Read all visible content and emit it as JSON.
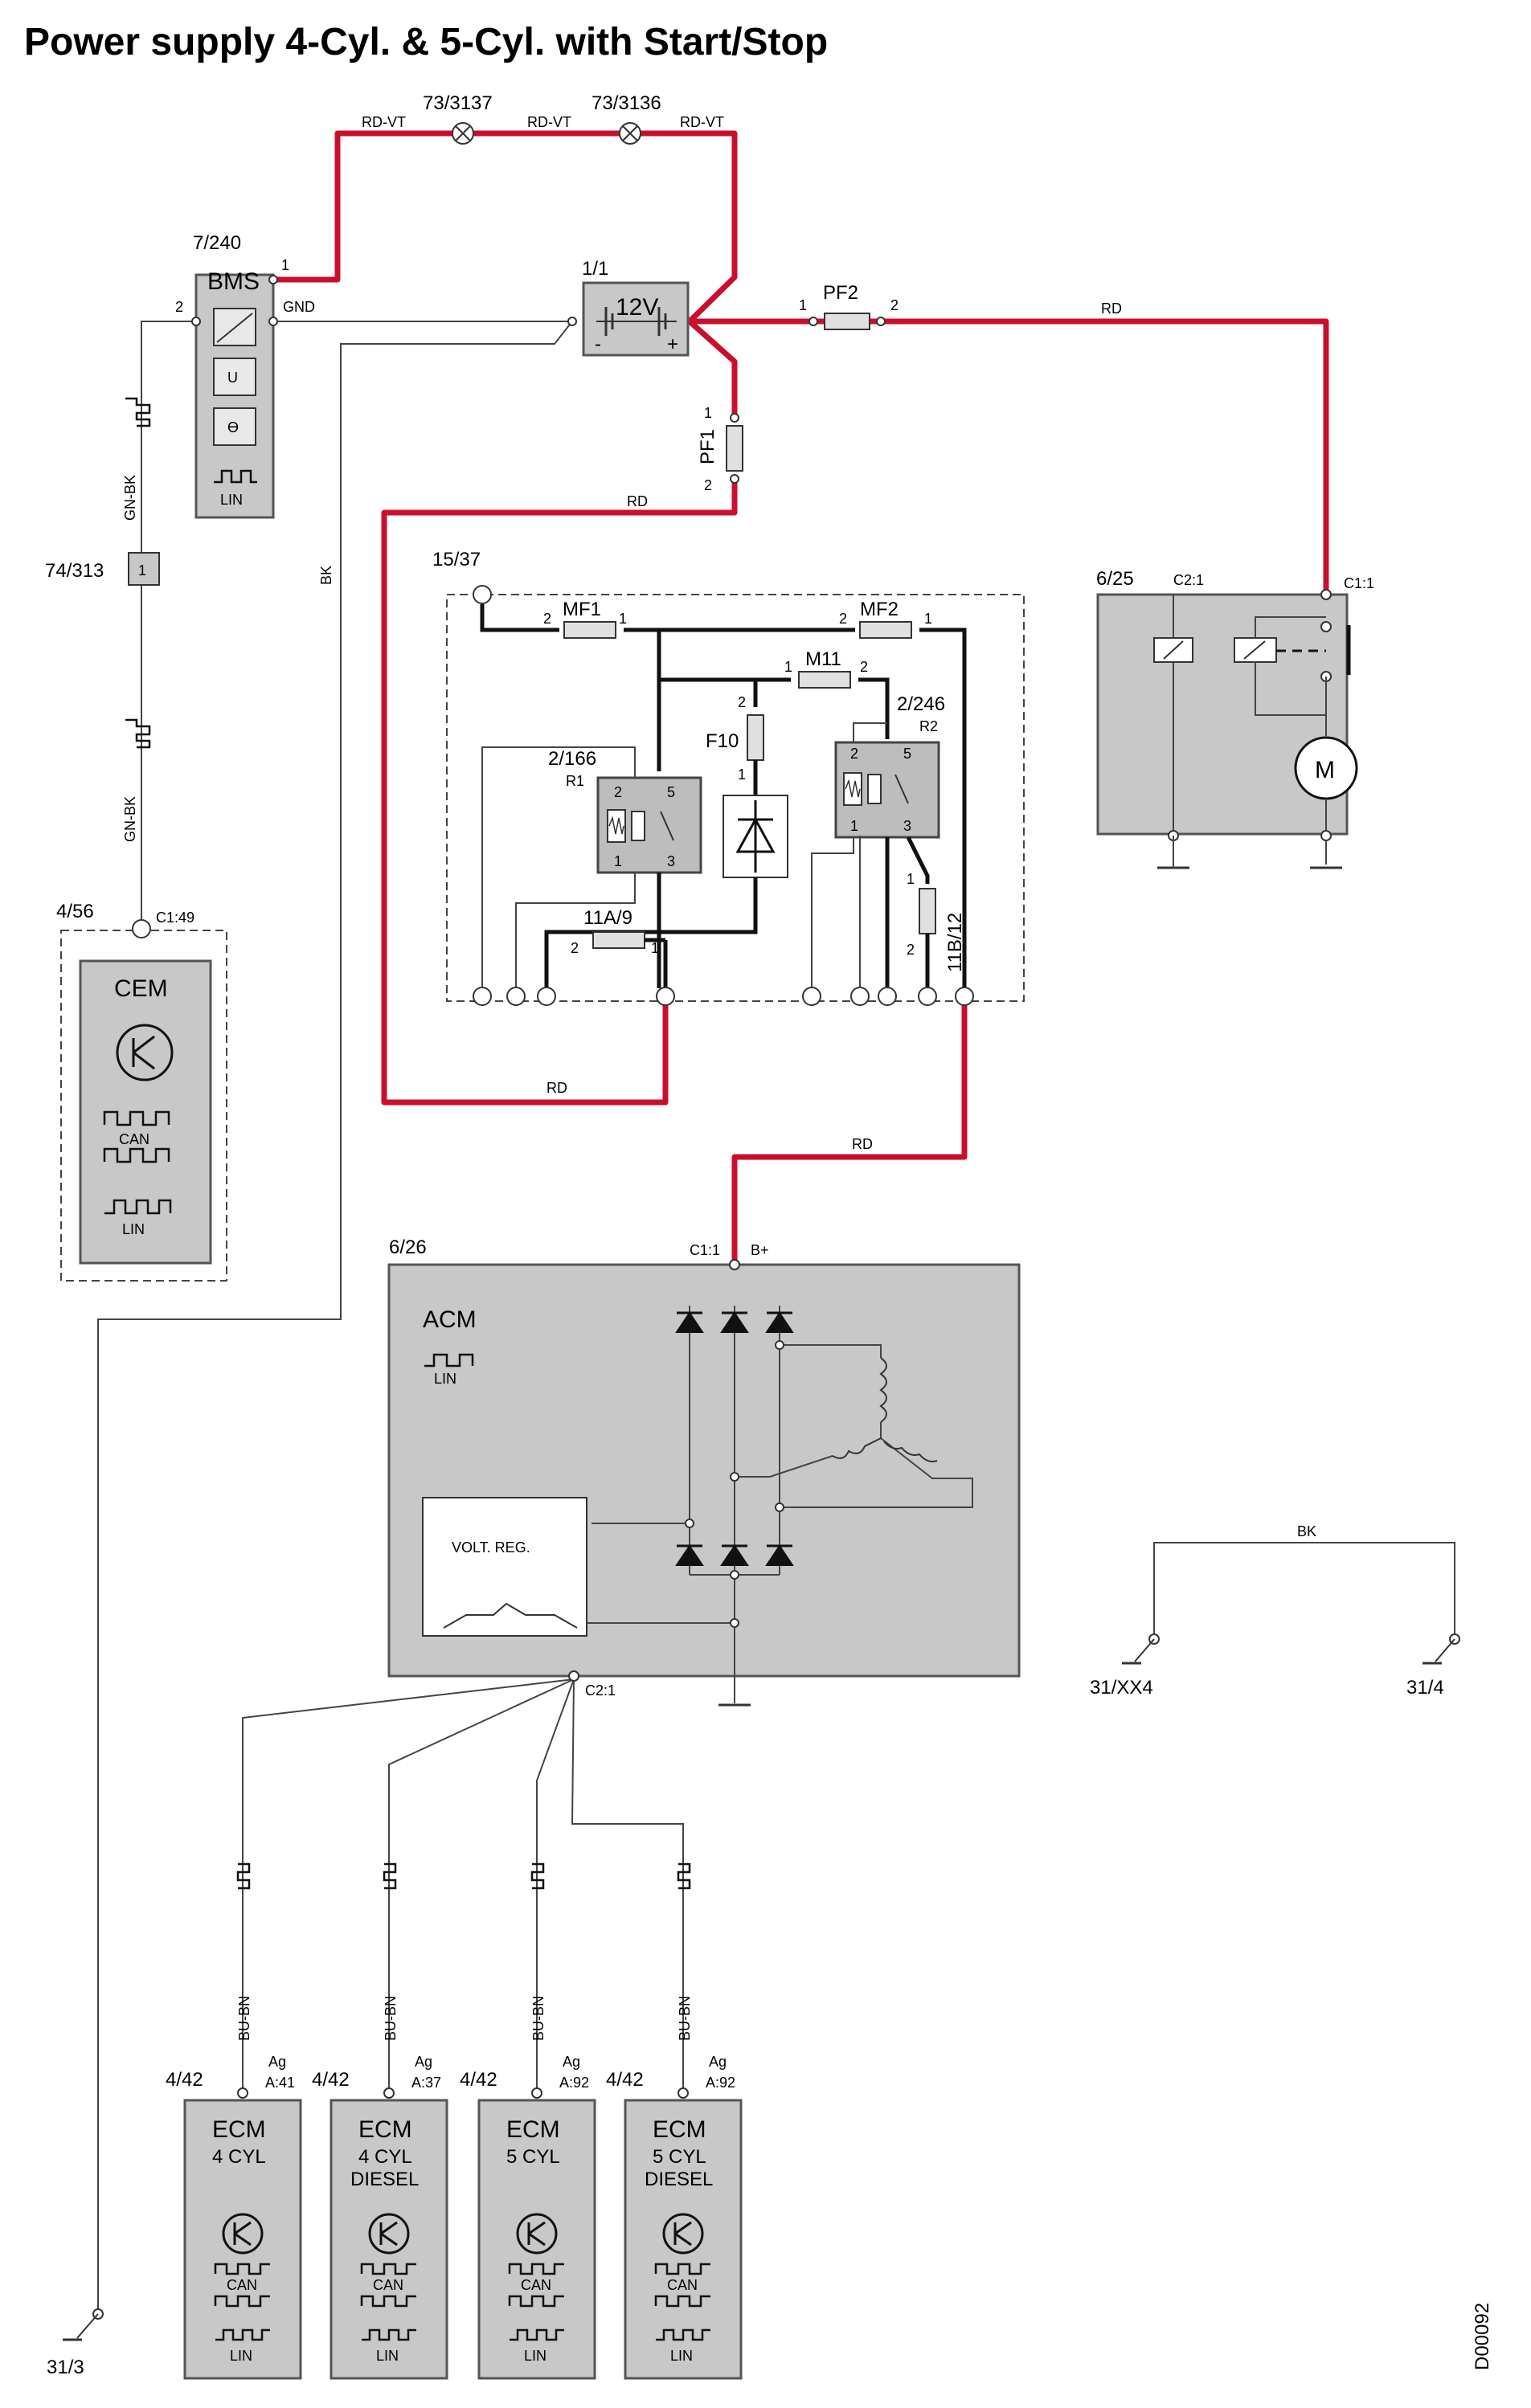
{
  "title": "Power supply 4-Cyl. & 5-Cyl. with Start/Stop",
  "doc_id": "D00092",
  "colors": {
    "power_wire": "#c8102e",
    "module_fill": "#c8c8c8",
    "wire": "#444444"
  },
  "components": {
    "bms": {
      "ref": "7/240",
      "name": "BMS",
      "pin_out": "1",
      "pin_gnd": "GND",
      "pin_in": "2",
      "sig": "LIN"
    },
    "battery": {
      "ref": "1/1",
      "name": "12V",
      "minus": "-",
      "plus": "+"
    },
    "fuse_73_3137": {
      "ref": "73/3137"
    },
    "fuse_73_3136": {
      "ref": "73/3136"
    },
    "pf2": {
      "ref": "PF2",
      "pin1": "1",
      "pin2": "2"
    },
    "pf1": {
      "ref": "PF1",
      "pin1": "1",
      "pin2": "2"
    },
    "conn_74_313": {
      "ref": "74/313",
      "pin": "1"
    },
    "cem": {
      "ref": "4/56",
      "name": "CEM",
      "pin": "C1:49",
      "sig_can": "CAN",
      "sig_lin": "LIN"
    },
    "fusebox": {
      "ref": "15/37",
      "mf1": "MF1",
      "mf2": "MF2",
      "m11": "M11",
      "f10": "F10",
      "f11a": "11A/9",
      "f11b": "11B/12",
      "r1_ref": "2/166",
      "r1": "R1",
      "r2_ref": "2/246",
      "r2": "R2",
      "p1": "1",
      "p2": "2",
      "p3": "3",
      "p5": "5"
    },
    "starter": {
      "ref": "6/25",
      "pin_c21": "C2:1",
      "pin_c11": "C1:1",
      "motor": "M"
    },
    "acm": {
      "ref": "6/26",
      "name": "ACM",
      "sig": "LIN",
      "pin_c11": "C1:1",
      "pin_b": "B+",
      "pin_c21": "C2:1",
      "regulator": "VOLT. REG."
    },
    "ground_xx4": {
      "ref": "31/XX4"
    },
    "ground_4": {
      "ref": "31/4"
    },
    "ground_3": {
      "ref": "31/3"
    },
    "ecm": [
      {
        "ref": "4/42",
        "name": "ECM",
        "variant_1": "4 CYL",
        "variant_2": "",
        "pin_ag": "Ag",
        "pin": "A:41",
        "sig_can": "CAN",
        "sig_lin": "LIN",
        "wire": "BU-BN"
      },
      {
        "ref": "4/42",
        "name": "ECM",
        "variant_1": "4 CYL",
        "variant_2": "DIESEL",
        "pin_ag": "Ag",
        "pin": "A:37",
        "sig_can": "CAN",
        "sig_lin": "LIN",
        "wire": "BU-BN"
      },
      {
        "ref": "4/42",
        "name": "ECM",
        "variant_1": "5 CYL",
        "variant_2": "",
        "pin_ag": "Ag",
        "pin": "A:92",
        "sig_can": "CAN",
        "sig_lin": "LIN",
        "wire": "BU-BN"
      },
      {
        "ref": "4/42",
        "name": "ECM",
        "variant_1": "5 CYL",
        "variant_2": "DIESEL",
        "pin_ag": "Ag",
        "pin": "A:92",
        "sig_can": "CAN",
        "sig_lin": "LIN",
        "wire": "BU-BN"
      }
    ]
  },
  "wires": {
    "rd_vt": "RD-VT",
    "rd": "RD",
    "bk": "BK",
    "gn_bk": "GN-BK"
  }
}
